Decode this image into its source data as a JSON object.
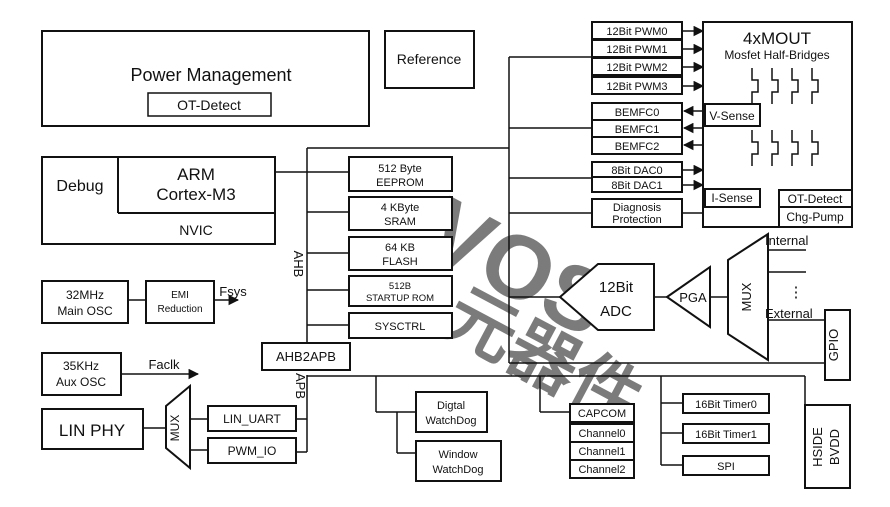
{
  "power": {
    "title": "Power Management",
    "ot": "OT-Detect"
  },
  "reference": "Reference",
  "cpu": {
    "debug": "Debug",
    "line1": "ARM",
    "line2": "Cortex-M3",
    "nvic": "NVIC"
  },
  "mem": {
    "eeprom": [
      "512 Byte",
      "EEPROM"
    ],
    "sram": [
      "4 KByte",
      "SRAM"
    ],
    "flash": [
      "64 KB",
      "FLASH"
    ],
    "rom": [
      "512B",
      "STARTUP ROM"
    ],
    "sysctrl": "SYSCTRL"
  },
  "bus": {
    "ahb": "AHB",
    "apb": "APB",
    "bridge": "AHB2APB"
  },
  "clock": {
    "main_osc": [
      "32MHz",
      "Main OSC"
    ],
    "emi": [
      "EMI",
      "Reduction"
    ],
    "fsys": "Fsys",
    "aux_osc": [
      "35KHz",
      "Aux OSC"
    ],
    "faclk": "Faclk"
  },
  "lin": {
    "phy": "LIN PHY",
    "mux": "MUX",
    "uart": "LIN_UART",
    "pwmio": "PWM_IO"
  },
  "watchdog": {
    "digital": [
      "Digtal",
      "WatchDog"
    ],
    "window": [
      "Window",
      "WatchDog"
    ]
  },
  "capcom": [
    "CAPCOM",
    "Channel0",
    "Channel1",
    "Channel2"
  ],
  "timers": [
    "16Bit Timer0",
    "16Bit Timer1",
    "SPI"
  ],
  "hside": [
    "HSIDE",
    "BVDD"
  ],
  "pwm": [
    "12Bit PWM0",
    "12Bit PWM1",
    "12Bit PWM2",
    "12Bit PWM3"
  ],
  "bemf": [
    "BEMFC0",
    "BEMFC1",
    "BEMFC2"
  ],
  "dac": [
    "8Bit DAC0",
    "8Bit DAC1"
  ],
  "diag": [
    "Diagnosis",
    "Protection"
  ],
  "mout": {
    "title": "4xMOUT",
    "subtitle": "Mosfet Half-Bridges",
    "vsense": "V-Sense",
    "isense": "I-Sense",
    "otdetect": "OT-Detect",
    "chgpump": "Chg-Pump"
  },
  "adc": [
    "12Bit",
    "ADC"
  ],
  "pga": "PGA",
  "mux2": "MUX",
  "internal": "Internal",
  "external": "External",
  "dots": "⋮",
  "gpio": "GPIO",
  "watermark": [
    "VOS",
    "元器件"
  ]
}
